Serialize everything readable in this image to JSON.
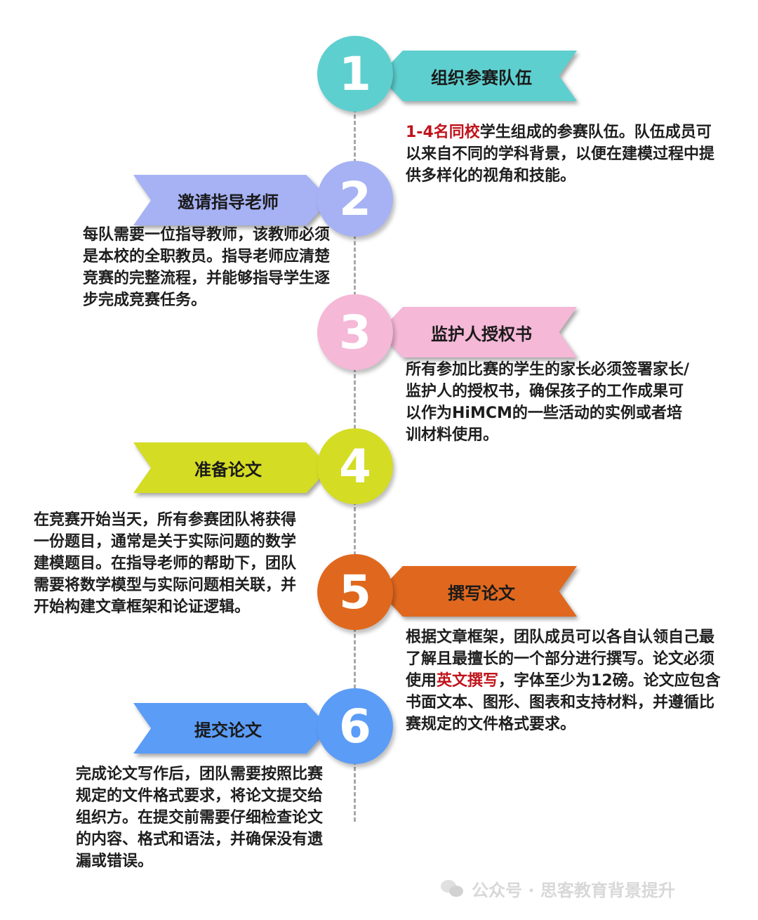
{
  "steps": [
    {
      "number": "1",
      "title": "组织参赛队伍",
      "color": "#5ecfcf",
      "side": "left-arrow-right-text"
    },
    {
      "number": "2",
      "title": "邀请指导老师",
      "color": "#a6b2f4",
      "side": "right-arrow-left-text"
    },
    {
      "number": "3",
      "title": "监护人授权书",
      "color": "#f5b8d7",
      "side": "left-arrow-right-text"
    },
    {
      "number": "4",
      "title": "准备论文",
      "color": "#d4dc24",
      "side": "right-arrow-left-text"
    },
    {
      "number": "5",
      "title": "撰写论文",
      "color": "#e0681e",
      "side": "left-arrow-right-text"
    },
    {
      "number": "6",
      "title": "提交论文",
      "color": "#5b9cf7",
      "side": "right-arrow-left-text"
    }
  ],
  "descriptions": {
    "s1": {
      "hl": "1-4名同校",
      "rest": "学生组成的参赛队伍。队伍成员可以来自不同的学科背景，以便在建模过程中提供多样化的视角和技能。"
    },
    "s2": "每队需要一位指导教师，该教师必须是本校的全职教员。指导老师应清楚竞赛的完整流程，并能够指导学生逐步完成竞赛任务。",
    "s3": "所有参加比赛的学生的家长必须签署家长/监护人的授权书，确保孩子的工作成果可以作为HiMCM的一些活动的实例或者培训材料使用。",
    "s4": "在竞赛开始当天，所有参赛团队将获得一份题目，通常是关于实际问题的数学建模题目。在指导老师的帮助下，团队需要将数学模型与实际问题相关联，并开始构建文章框架和论证逻辑。",
    "s5": {
      "pre": "根据文章框架，团队成员可以各自认领自己最了解且最擅长的一个部分进行撰写。论文必须使用",
      "hl": "英文撰写",
      "post": "，字体至少为12磅。论文应包含书面文本、图形、图表和支持材料，并遵循比赛规定的文件格式要求。"
    },
    "s6": "完成论文写作后，团队需要按照比赛规定的文件格式要求，将论文提交给组织方。在提交前需要仔细检查论文的内容、格式和语法，并确保没有遗漏或错误。"
  },
  "highlight_color": "#c0141b",
  "watermark": "公众号 · 思客教育背景提升"
}
